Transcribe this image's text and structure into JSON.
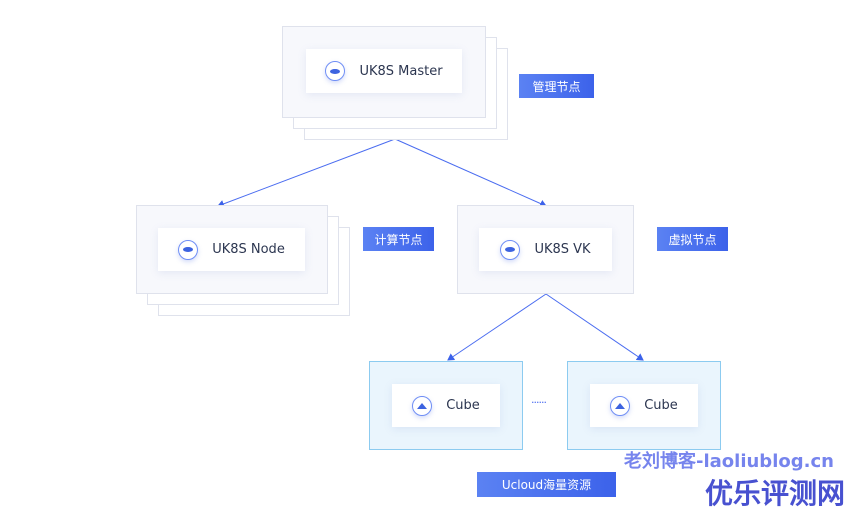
{
  "master": {
    "label": "UK8S Master",
    "tag": "管理节点"
  },
  "node": {
    "label": "UK8S Node",
    "tag": "计算节点"
  },
  "vk": {
    "label": "UK8S VK",
    "tag": "虚拟节点"
  },
  "cubes": [
    {
      "label": "Cube"
    },
    {
      "label": "Cube"
    }
  ],
  "ellipsis": "······",
  "resource_tag": "Ucloud海量资源",
  "watermarks": {
    "blog": "老刘博客-laoliublog.cn",
    "site": "优乐评测网"
  },
  "colors": {
    "accent": "#3c62ea",
    "arrow": "#4a6cf0",
    "cube_bg": "#eaf5fd"
  }
}
